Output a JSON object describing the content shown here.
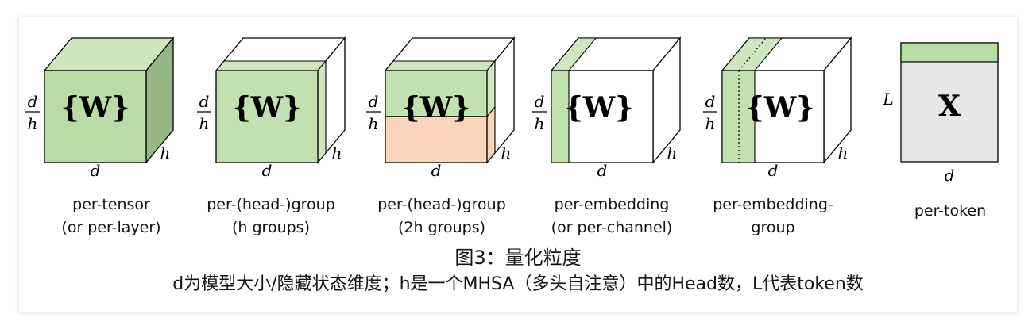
{
  "panels": [
    {
      "type": "per-tensor",
      "label1": "per-tensor",
      "label2": "(or per-layer)"
    },
    {
      "type": "head-group-h",
      "label1": "per-(head-)group",
      "label2": "(h groups)"
    },
    {
      "type": "head-group-2h",
      "label1": "per-(head-)group",
      "label2": "(2h groups)"
    },
    {
      "type": "per-embedding",
      "label1": "per-embedding",
      "label2": "(or per-channel)"
    },
    {
      "type": "per-embedding-group",
      "label1": "per-embedding-",
      "label2": "group"
    },
    {
      "type": "per-token",
      "label1": "per-token",
      "label2": ""
    }
  ],
  "symbols": {
    "weight": "{W}",
    "activation": "X",
    "d": "d",
    "h": "h",
    "L": "L"
  },
  "colors": {
    "green": "#c8e6b9",
    "green_dark": "#a7c98f",
    "green_front": "#b6d9a0",
    "peach": "#f8d5ba",
    "gray": "#e8e8e8",
    "edge": "#000000"
  },
  "caption": {
    "line1": "图3：量化粒度",
    "line2": "d为模型大小/隐藏状态维度；h是一个MHSA（多头自注意）中的Head数，L代表token数"
  }
}
